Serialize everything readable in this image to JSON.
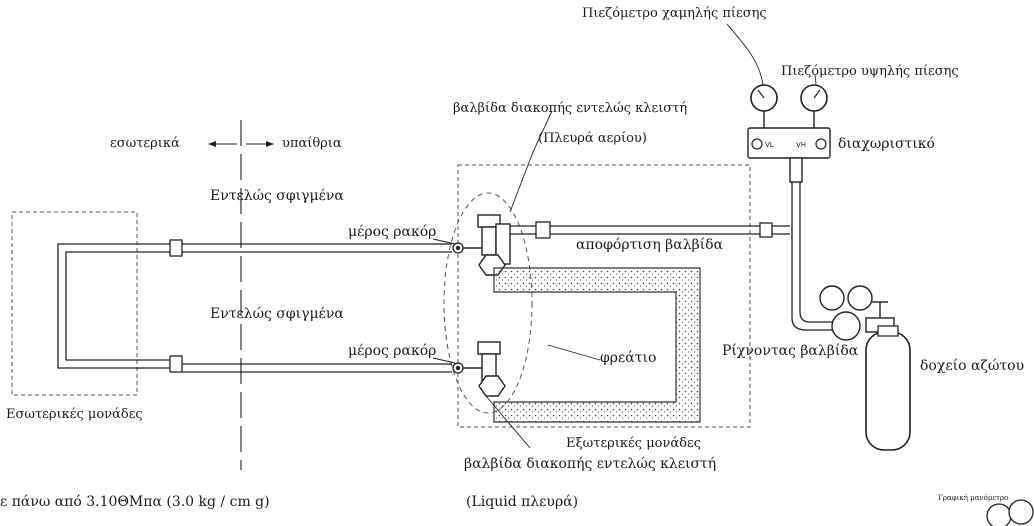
{
  "labels": {
    "low_gauge": "Πιεζόμετρο χαμηλής πίεσης",
    "high_gauge": "Πιεζόμετρο υψηλής πίεσης",
    "gas_valve": "βαλβίδα διακοπής εντελώς κλειστή",
    "gas_side": "(Πλευρά αερίου)",
    "manifold": "διαχωριστικό",
    "indoor_dir": "εσωτερικά",
    "outdoor_dir": "υπαίθρια",
    "fully_tight_top": "Εντελώς σφιγμένα",
    "flare_top": "μέρος ρακόρ",
    "discharge_valve": "αποφόρτιση βαλβίδα",
    "fully_tight_bottom": "Εντελώς σφιγμένα",
    "flare_bottom": "μέρος ρακόρ",
    "pit": "φρεάτιο",
    "throttle_valve": "Ρίχνοντας βαλβίδα",
    "nitrogen_tank": "δοχείο αζώτου",
    "indoor_units": "Εσωτερικές μονάδες",
    "outdoor_units": "Εξωτερικές μονάδες",
    "liquid_valve": "βαλβίδα διακοπής εντελώς κλειστή",
    "liquid_side": "(Liquid πλευρά)",
    "bottom_note": "ε πάνω από 3.10ΘΜπα (3.0 kg / cm g)",
    "gauge_inset": "Γραφική μανόμετρο"
  },
  "gauge_marks": {
    "low": "VL",
    "high": "VH"
  }
}
